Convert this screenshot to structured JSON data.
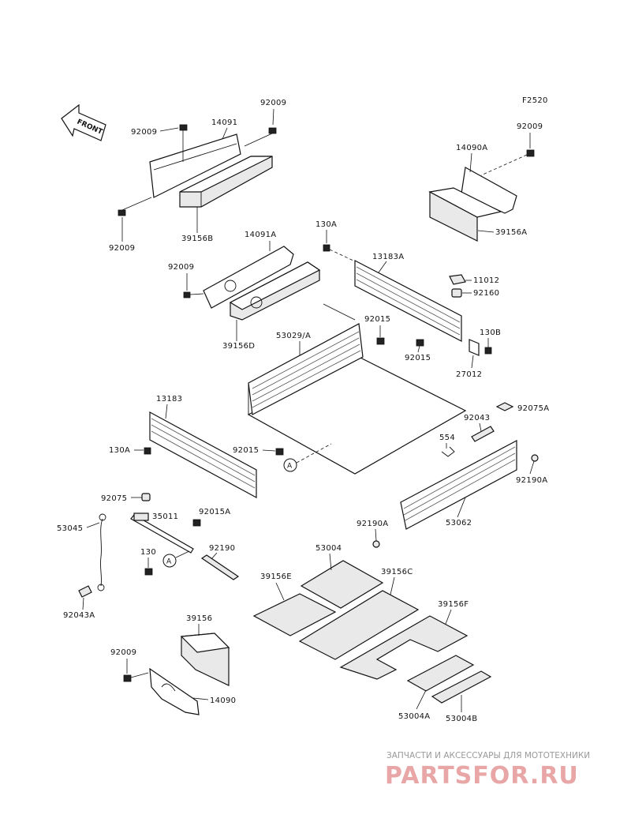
{
  "figure_code": "F2520",
  "front_arrow": "FRONT",
  "ref_marker": "A",
  "watermark": {
    "line1": "ЗАПЧАСТИ И АКСЕССУАРЫ ДЛЯ МОТОТЕХНИКИ",
    "line2": "PARTSFOR.RU"
  },
  "labels": {
    "n92009_top": "92009",
    "n92009_upleft": "92009",
    "n14091": "14091",
    "n92009_right": "92009",
    "n14090A": "14090A",
    "n92009_left": "92009",
    "n39156B": "39156B",
    "n39156A": "39156A",
    "n130A_top": "130A",
    "n14091A": "14091A",
    "n13183A": "13183A",
    "n92009_mid": "92009",
    "n11012": "11012",
    "n92160": "92160",
    "n39156D": "39156D",
    "n53029A": "53029/A",
    "n92015_center": "92015",
    "n130B": "130B",
    "n92015_right": "92015",
    "n27012": "27012",
    "n13183": "13183",
    "n92075A": "92075A",
    "n92043": "92043",
    "n130A_left": "130A",
    "n92015_left": "92015",
    "n554": "554",
    "n92190A_right": "92190A",
    "n92075": "92075",
    "n35011": "35011",
    "n92015A": "92015A",
    "n53062": "53062",
    "n53045": "53045",
    "n92190A_left": "92190A",
    "n92190": "92190",
    "n130": "130",
    "n53004": "53004",
    "n39156E": "39156E",
    "n39156C": "39156C",
    "n92043A": "92043A",
    "n39156F": "39156F",
    "n39156": "39156",
    "n92009_bottom": "92009",
    "n14090": "14090",
    "n53004A": "53004A",
    "n53004B": "53004B"
  }
}
